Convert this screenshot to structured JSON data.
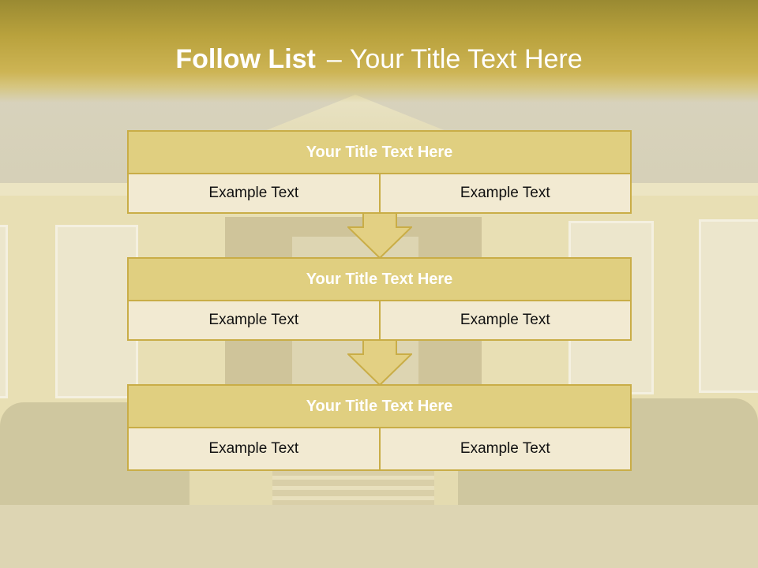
{
  "slide": {
    "title_bold": "Follow List",
    "title_dash": "–",
    "title_rest": "Your Title Text Here",
    "steps": [
      {
        "title": "Your Title Text Here",
        "left": "Example Text",
        "right": "Example Text"
      },
      {
        "title": "Your Title Text Here",
        "left": "Example Text",
        "right": "Example Text"
      },
      {
        "title": "Your Title Text Here",
        "left": "Example Text",
        "right": "Example Text"
      }
    ]
  },
  "colors": {
    "accent_gold": "#c9ad47",
    "header_fill": "#e0cf80",
    "cell_fill": "#f2ead2",
    "title_band": "#b9a23d"
  },
  "icons": [
    "down-arrow-icon"
  ]
}
